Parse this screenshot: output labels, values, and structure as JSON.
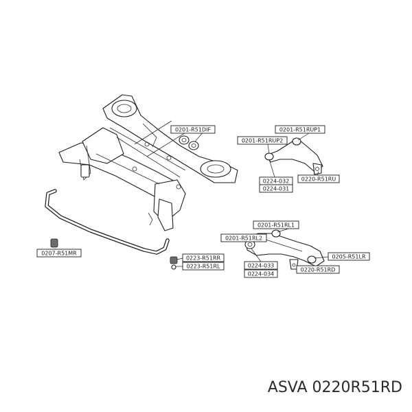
{
  "labels": {
    "l0201_r51dif": "0201-R51DIF",
    "l0201_r51rup1": "0201-R51RUP1",
    "l0201_r51rup2": "0201-R51RUP2",
    "l0224_032": "0224-032",
    "l0224_031": "0224-031",
    "l0220_r51ru": "0220-R51RU",
    "l0201_r51rl1": "0201-R51RL1",
    "l0201_r51rl2": "0201-R51RL2",
    "l0224_033": "0224-033",
    "l0224_034": "0224-034",
    "l0205_r51lr": "0205-R51LR",
    "l0220_r51rd": "0220-R51RD",
    "l0207_r51mr": "0207-R51MR",
    "l0223_r51rr": "0223-R51RR",
    "l0223_r51rl": "0223-R51RL"
  },
  "footer": {
    "brand": "ASVA",
    "part_number": "0220R51RD"
  }
}
